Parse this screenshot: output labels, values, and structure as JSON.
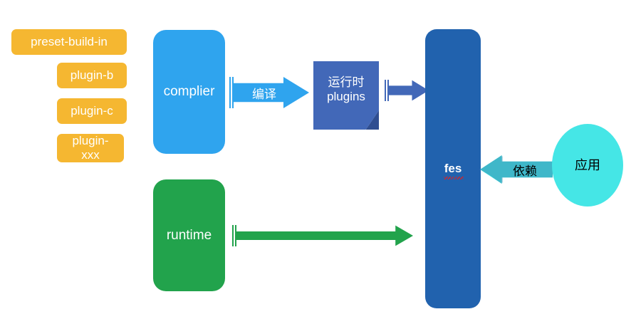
{
  "diagram": {
    "title": "fes architecture diagram",
    "colors": {
      "yellow": "#F5B731",
      "light_blue": "#2FA4EE",
      "green": "#22A34C",
      "note_blue": "#4268B8",
      "note_fold": "#2F4E91",
      "pillar_blue": "#2162AE",
      "cyan": "#45E6E6",
      "spellcheck_red": "#e02020",
      "background": "#FFFFFF"
    },
    "plugins": [
      {
        "label": "preset-build-in"
      },
      {
        "label": "plugin-b"
      },
      {
        "label": "plugin-c"
      },
      {
        "label": "plugin-",
        "label2": "xxx"
      }
    ],
    "nodes": {
      "complier": {
        "label": "complier"
      },
      "runtime": {
        "label": "runtime"
      },
      "runtime_plugins": {
        "line1": "运行时",
        "line2": "plugins"
      },
      "fes": {
        "label": "fes",
        "spellcheck": true
      },
      "app": {
        "label": "应用"
      }
    },
    "arrows": {
      "compile": {
        "label": "编译",
        "direction": "right",
        "color": "#2FA4EE"
      },
      "plugins_to_fes": {
        "label": "",
        "direction": "right",
        "color": "#4268B8"
      },
      "runtime_to_fes": {
        "label": "",
        "direction": "right",
        "color": "#22A34C"
      },
      "depend": {
        "label": "依赖",
        "direction": "left",
        "color": "#45E6E6"
      }
    }
  }
}
